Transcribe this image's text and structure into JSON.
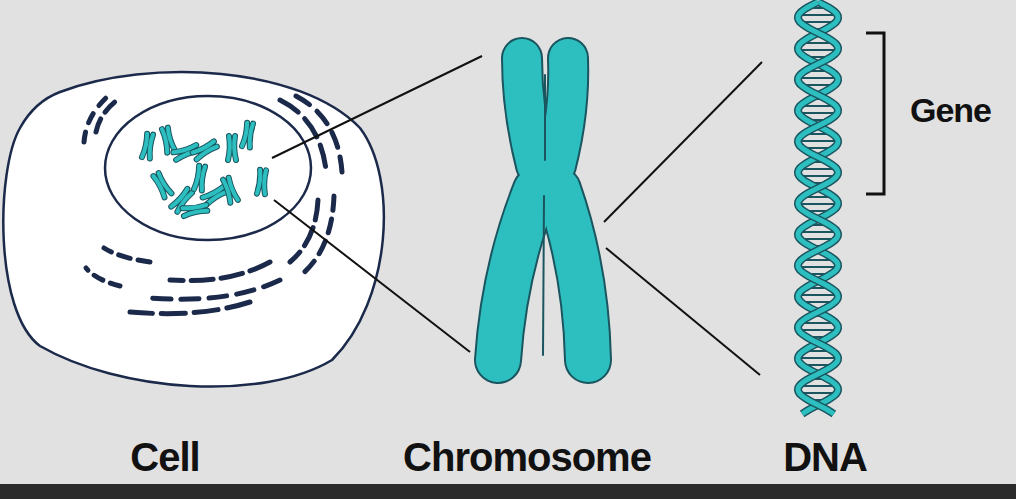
{
  "diagram": {
    "labels": [
      "Gene",
      "Cell",
      "Chromosome",
      "DNA"
    ]
  }
}
